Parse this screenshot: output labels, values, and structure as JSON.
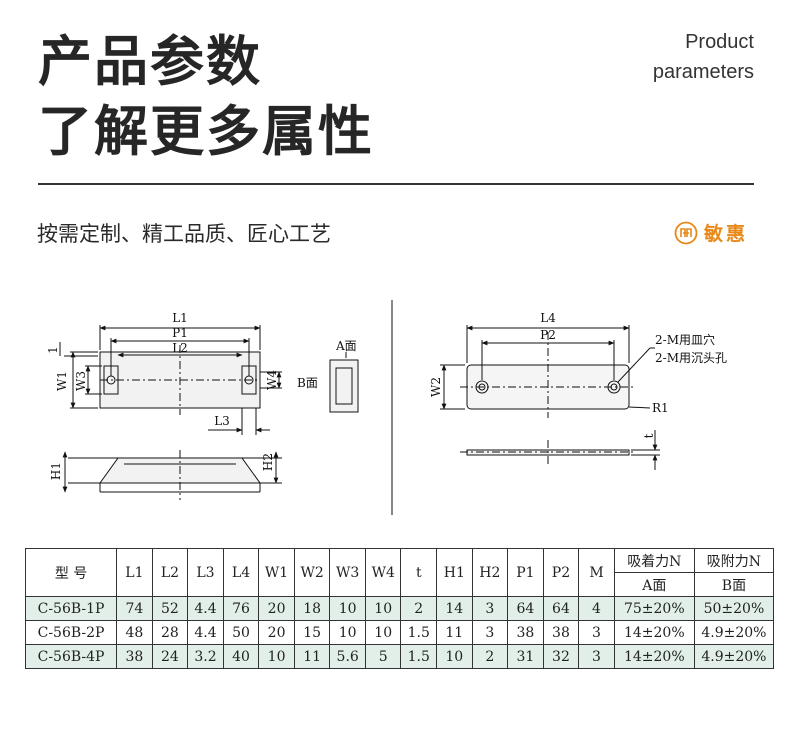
{
  "header": {
    "title_line1": "产品参数",
    "title_line2": "了解更多属性",
    "subtitle_en_line1": "Product",
    "subtitle_en_line2": "parameters",
    "tagline": "按需定制、精工品质、匠心工艺",
    "brand_name": "敏惠",
    "brand_color": "#e8891a"
  },
  "drawing_labels": {
    "L1": "L1",
    "P1": "P1",
    "L2": "L2",
    "L3": "L3",
    "L4": "L4",
    "P2": "P2",
    "W1": "W1",
    "W2": "W2",
    "W3": "W3",
    "W4": "W4",
    "H1": "H1",
    "H2": "H2",
    "t": "t",
    "one": "1",
    "R1": "R1",
    "A_face": "A面",
    "B_face": "B面",
    "note_countersink_dish": "2-M用皿穴",
    "note_countersink_hole": "2-M用沉头孔"
  },
  "table": {
    "headers": {
      "model": "型 号",
      "cols": [
        "L1",
        "L2",
        "L3",
        "L4",
        "W1",
        "W2",
        "W3",
        "W4",
        "t",
        "H1",
        "H2",
        "P1",
        "P2",
        "M"
      ],
      "attract_force": "吸着力N",
      "attract_face": "A面",
      "adhesion_force": "吸附力N",
      "adhesion_face": "B面"
    },
    "rows": [
      [
        "C-56B-1P",
        "74",
        "52",
        "4.4",
        "76",
        "20",
        "18",
        "10",
        "10",
        "2",
        "14",
        "3",
        "64",
        "64",
        "4",
        "75±20%",
        "50±20%"
      ],
      [
        "C-56B-2P",
        "48",
        "28",
        "4.4",
        "50",
        "20",
        "15",
        "10",
        "10",
        "1.5",
        "11",
        "3",
        "38",
        "38",
        "3",
        "14±20%",
        "4.9±20%"
      ],
      [
        "C-56B-4P",
        "38",
        "24",
        "3.2",
        "40",
        "10",
        "11",
        "5.6",
        "5",
        "1.5",
        "10",
        "2",
        "31",
        "32",
        "3",
        "14±20%",
        "4.9±20%"
      ]
    ],
    "row_highlight_color": "#e1efe8"
  }
}
